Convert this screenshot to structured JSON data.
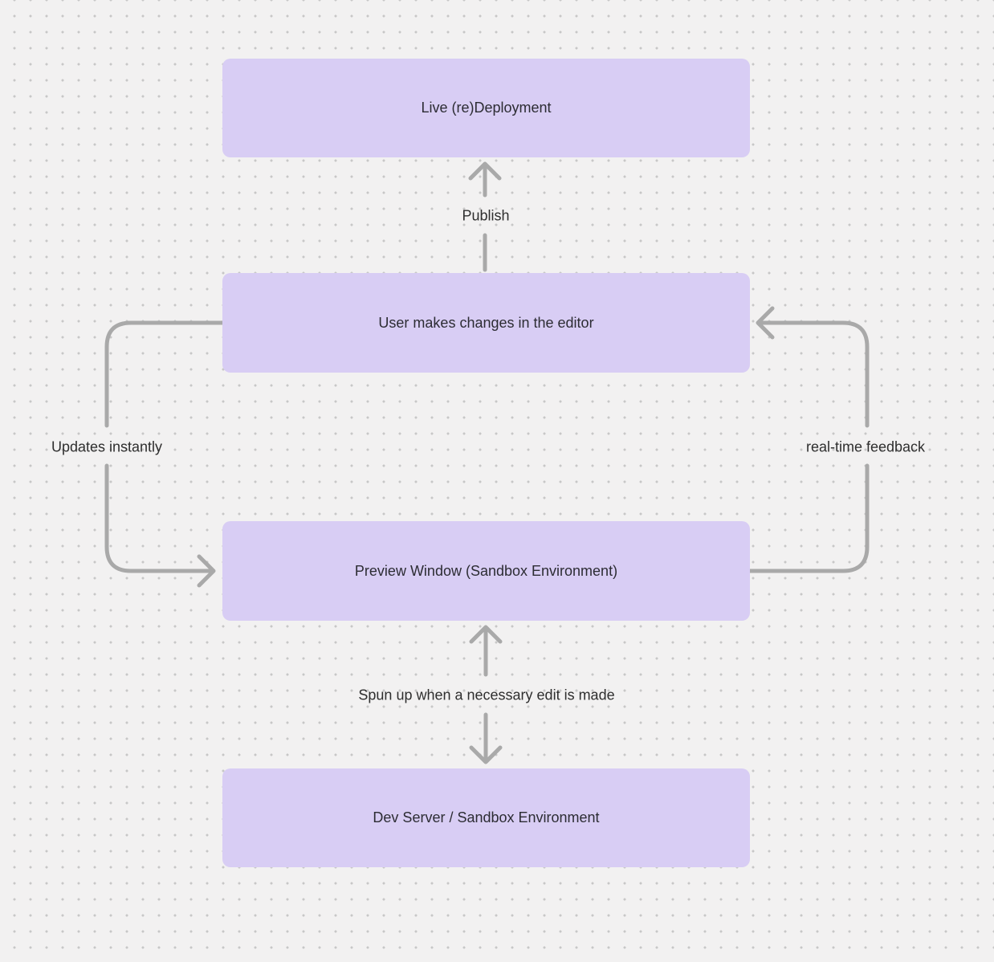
{
  "diagram": {
    "title": "editor-preview-deployment-flow",
    "colors": {
      "background": "#f2f1f1",
      "grid_dot": "#c7c7c7",
      "node_fill": "#d8cdf4",
      "node_text": "#2c2c33",
      "edge_stroke": "#a9a9a9",
      "label_text": "#2e2e2e"
    },
    "nodes": [
      {
        "id": "live-redeployment",
        "label": "Live (re)Deployment"
      },
      {
        "id": "user-edits",
        "label": "User makes changes in the editor"
      },
      {
        "id": "preview-window",
        "label": "Preview Window (Sandbox Environment)"
      },
      {
        "id": "dev-server",
        "label": "Dev Server / Sandbox Environment"
      }
    ],
    "edges": [
      {
        "id": "publish",
        "from": "user-edits",
        "to": "live-redeployment",
        "label": "Publish",
        "direction": "up"
      },
      {
        "id": "updates",
        "from": "user-edits",
        "to": "preview-window",
        "label": "Updates instantly",
        "direction": "left-loop-down"
      },
      {
        "id": "feedback",
        "from": "preview-window",
        "to": "user-edits",
        "label": "real-time feedback",
        "direction": "right-loop-up"
      },
      {
        "id": "spun-up",
        "from": "preview-window",
        "to": "dev-server",
        "label": "Spun up when a necessary edit is made",
        "direction": "bidirectional"
      }
    ]
  }
}
